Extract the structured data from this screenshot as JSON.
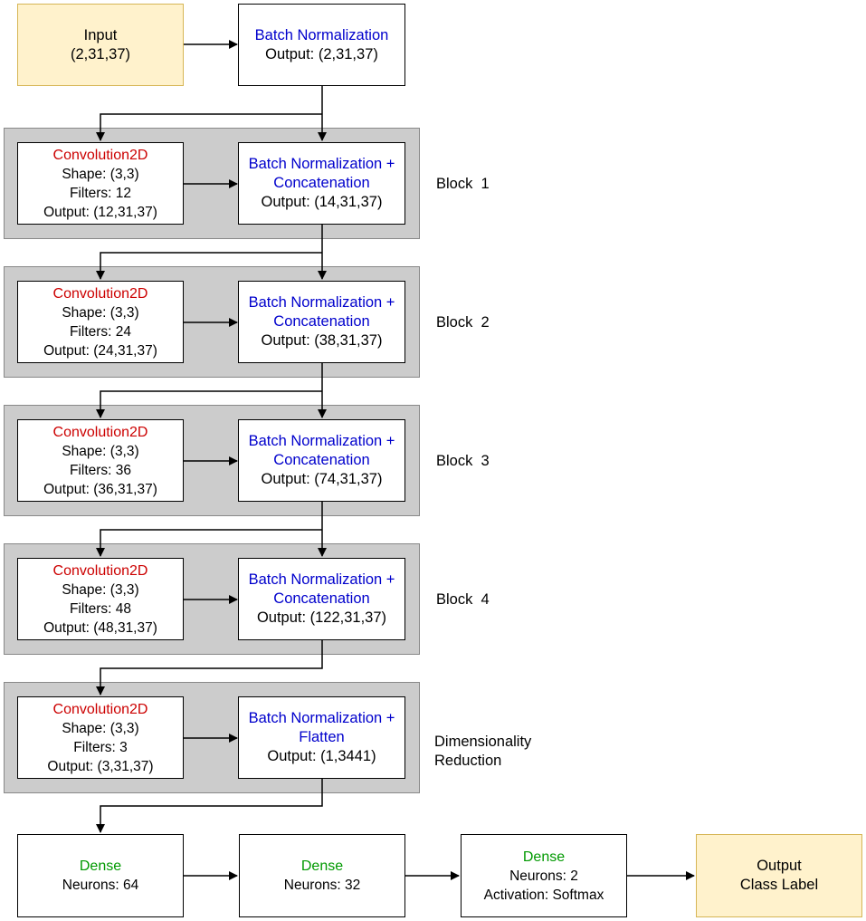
{
  "input": {
    "title": "Input",
    "shape": "(2,31,37)"
  },
  "top_bn": {
    "title": "Batch Normalization",
    "output": "Output: (2,31,37)"
  },
  "blocks": [
    {
      "label": "Block  1",
      "conv": {
        "title": "Convolution2D",
        "shape": "Shape: (3,3)",
        "filters": "Filters: 12",
        "output": "Output: (12,31,37)"
      },
      "bn": {
        "title1": "Batch Normalization +",
        "title2": "Concatenation",
        "output": "Output: (14,31,37)"
      }
    },
    {
      "label": "Block  2",
      "conv": {
        "title": "Convolution2D",
        "shape": "Shape: (3,3)",
        "filters": "Filters: 24",
        "output": "Output: (24,31,37)"
      },
      "bn": {
        "title1": "Batch Normalization +",
        "title2": "Concatenation",
        "output": "Output: (38,31,37)"
      }
    },
    {
      "label": "Block  3",
      "conv": {
        "title": "Convolution2D",
        "shape": "Shape: (3,3)",
        "filters": "Filters: 36",
        "output": "Output: (36,31,37)"
      },
      "bn": {
        "title1": "Batch Normalization +",
        "title2": "Concatenation",
        "output": "Output: (74,31,37)"
      }
    },
    {
      "label": "Block  4",
      "conv": {
        "title": "Convolution2D",
        "shape": "Shape: (3,3)",
        "filters": "Filters: 48",
        "output": "Output: (48,31,37)"
      },
      "bn": {
        "title1": "Batch Normalization +",
        "title2": "Concatenation",
        "output": "Output: (122,31,37)"
      }
    }
  ],
  "reduction": {
    "label1": "Dimensionality",
    "label2": "Reduction",
    "conv": {
      "title": "Convolution2D",
      "shape": "Shape: (3,3)",
      "filters": "Filters: 3",
      "output": "Output: (3,31,37)"
    },
    "bn": {
      "title1": "Batch Normalization +",
      "title2": "Flatten",
      "output": "Output: (1,3441)"
    }
  },
  "dense": [
    {
      "title": "Dense",
      "neurons": "Neurons: 64"
    },
    {
      "title": "Dense",
      "neurons": "Neurons: 32"
    },
    {
      "title": "Dense",
      "neurons": "Neurons: 2",
      "activation": "Activation: Softmax"
    }
  ],
  "output": {
    "title": "Output",
    "label": "Class Label"
  },
  "colors": {
    "conv_title": "#cc0000",
    "bn_title": "#0000cc",
    "dense_title": "#009900",
    "io_fill": "#fff2cc",
    "io_border": "#d6b656",
    "panel_fill": "#cccccc"
  }
}
